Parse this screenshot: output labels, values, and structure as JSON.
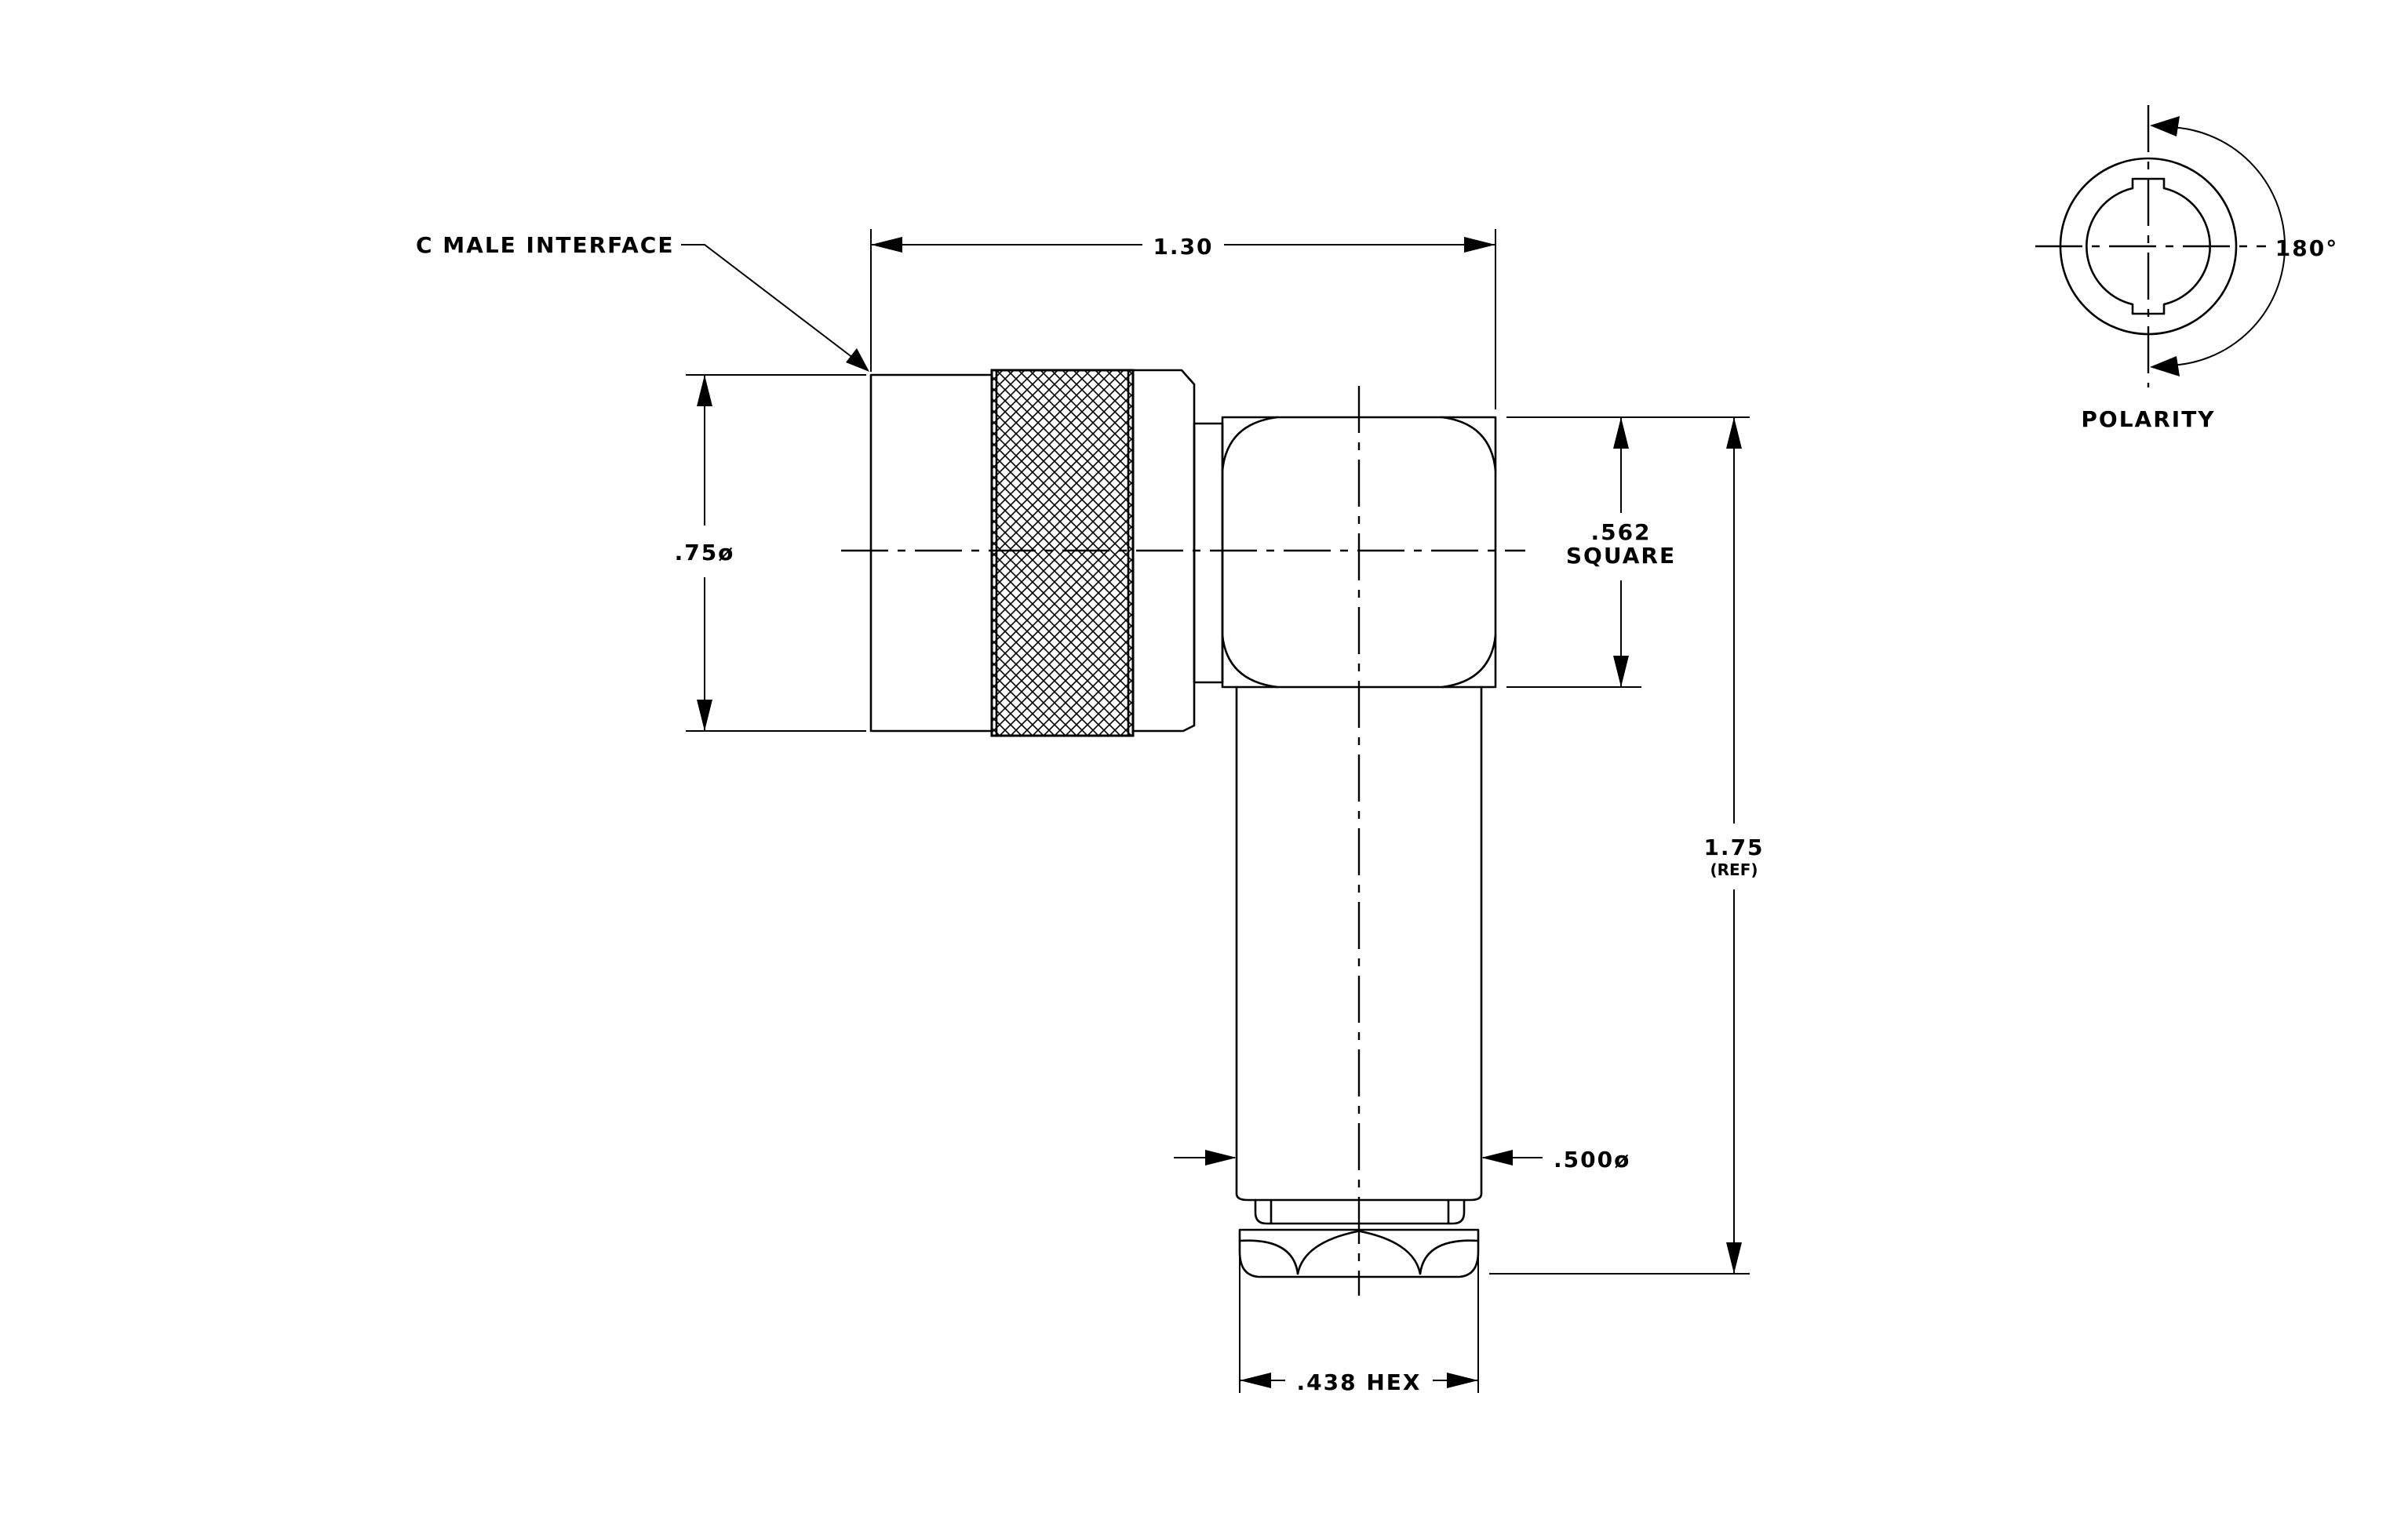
{
  "labels": {
    "interface": "C MALE INTERFACE",
    "width": "1.30",
    "diameter_body": ".75ø",
    "square_size": ".562",
    "square_word": "SQUARE",
    "height": "1.75",
    "height_note": "(REF)",
    "diameter_tube": ".500ø",
    "hex": ".438 HEX",
    "polarity": "POLARITY",
    "angle": "180°"
  },
  "colors": {
    "line": "#000000",
    "background": "#ffffff"
  }
}
